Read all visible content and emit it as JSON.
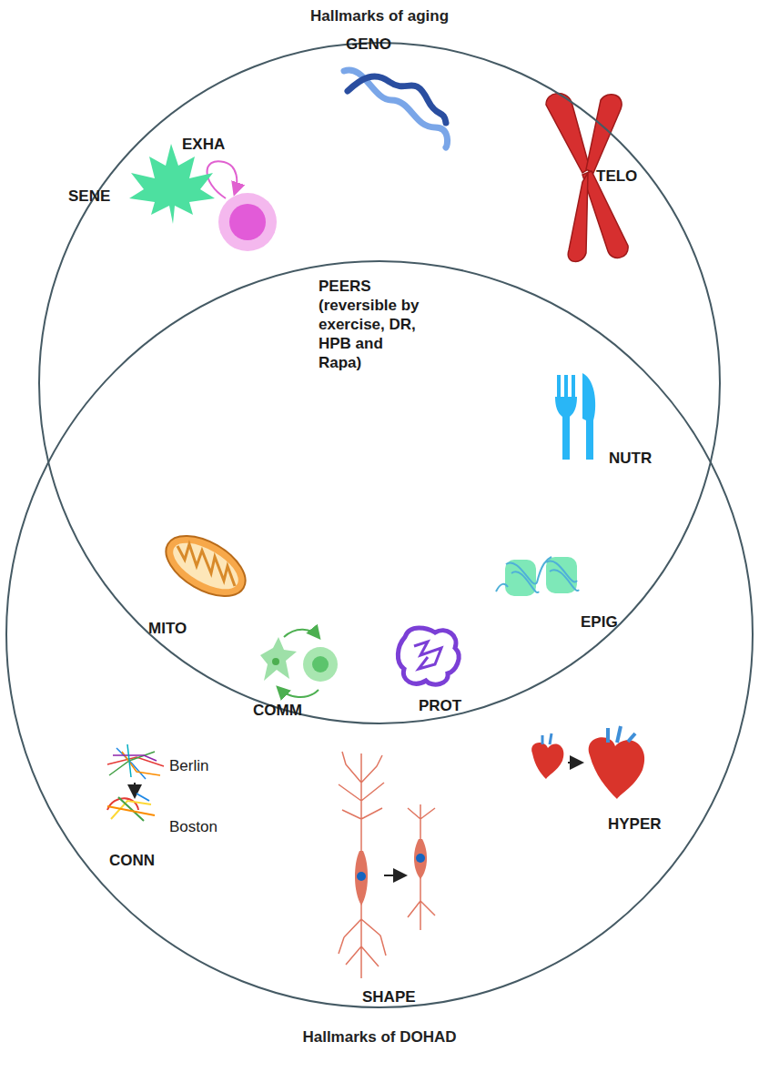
{
  "diagram": {
    "nodes": [
      {
        "text": [
          "Hallmarks of aging"
        ]
      },
      {
        "text": [
          "Hallmarks of DOHAD"
        ]
      }
    ],
    "labels": [
      "EXHA",
      "GENO",
      "TELO",
      "PEERS (reversible by exercise, DR, HPB and Rapa)",
      "SENE",
      "NUTR",
      "MITO",
      "EPIG",
      "COMM",
      "PROT",
      "Berlin",
      "Boston",
      "CONN",
      "SHAPE",
      "HYPER"
    ]
  }
}
